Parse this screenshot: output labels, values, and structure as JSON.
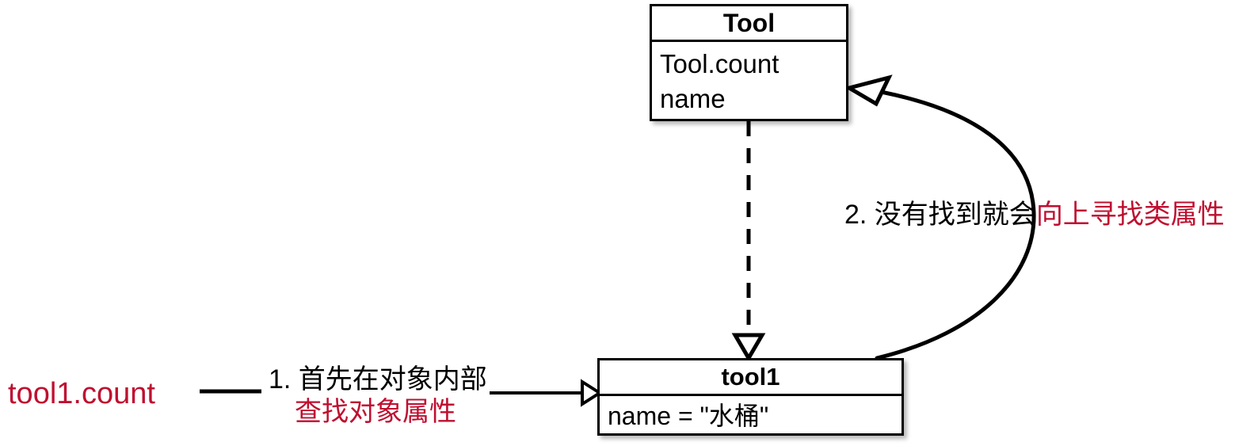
{
  "diagram": {
    "type": "uml-attribute-lookup",
    "background": "#ffffff",
    "accent_red": "#bf0f30",
    "stroke": "#000000"
  },
  "class_box": {
    "name": "tool-class",
    "title": "Tool",
    "attributes": [
      "Tool.count",
      "name"
    ]
  },
  "object_box": {
    "name": "tool1-object",
    "title": "tool1",
    "attributes": [
      "name = \"水桶\""
    ]
  },
  "expression": {
    "text": "tool1.count",
    "color": "#bf0f30"
  },
  "steps": [
    {
      "id": "step-1",
      "line1": "1. 首先在对象内部",
      "line2": "查找对象属性",
      "line1_color": "#000000",
      "line2_color": "#bf0f30"
    },
    {
      "id": "step-2",
      "prefix": "2. 没有找到就会",
      "highlight": "向上寻找类属性",
      "prefix_color": "#000000",
      "highlight_color": "#bf0f30"
    }
  ],
  "connectors": [
    {
      "name": "instance-of-arrow",
      "style": "dashed",
      "arrowhead": "hollow-triangle",
      "from": "tool-class-box-bottom",
      "to": "tool1-object-box-top"
    },
    {
      "name": "lookup-up-arrow",
      "style": "solid-curved",
      "arrowhead": "hollow-open",
      "from": "tool1-object-box-top-right",
      "to": "tool-class-box-right"
    },
    {
      "name": "expression-to-step1-line",
      "style": "solid",
      "arrowhead": "none"
    },
    {
      "name": "step1-to-object-arrow",
      "style": "solid",
      "arrowhead": "hollow-triangle"
    }
  ]
}
